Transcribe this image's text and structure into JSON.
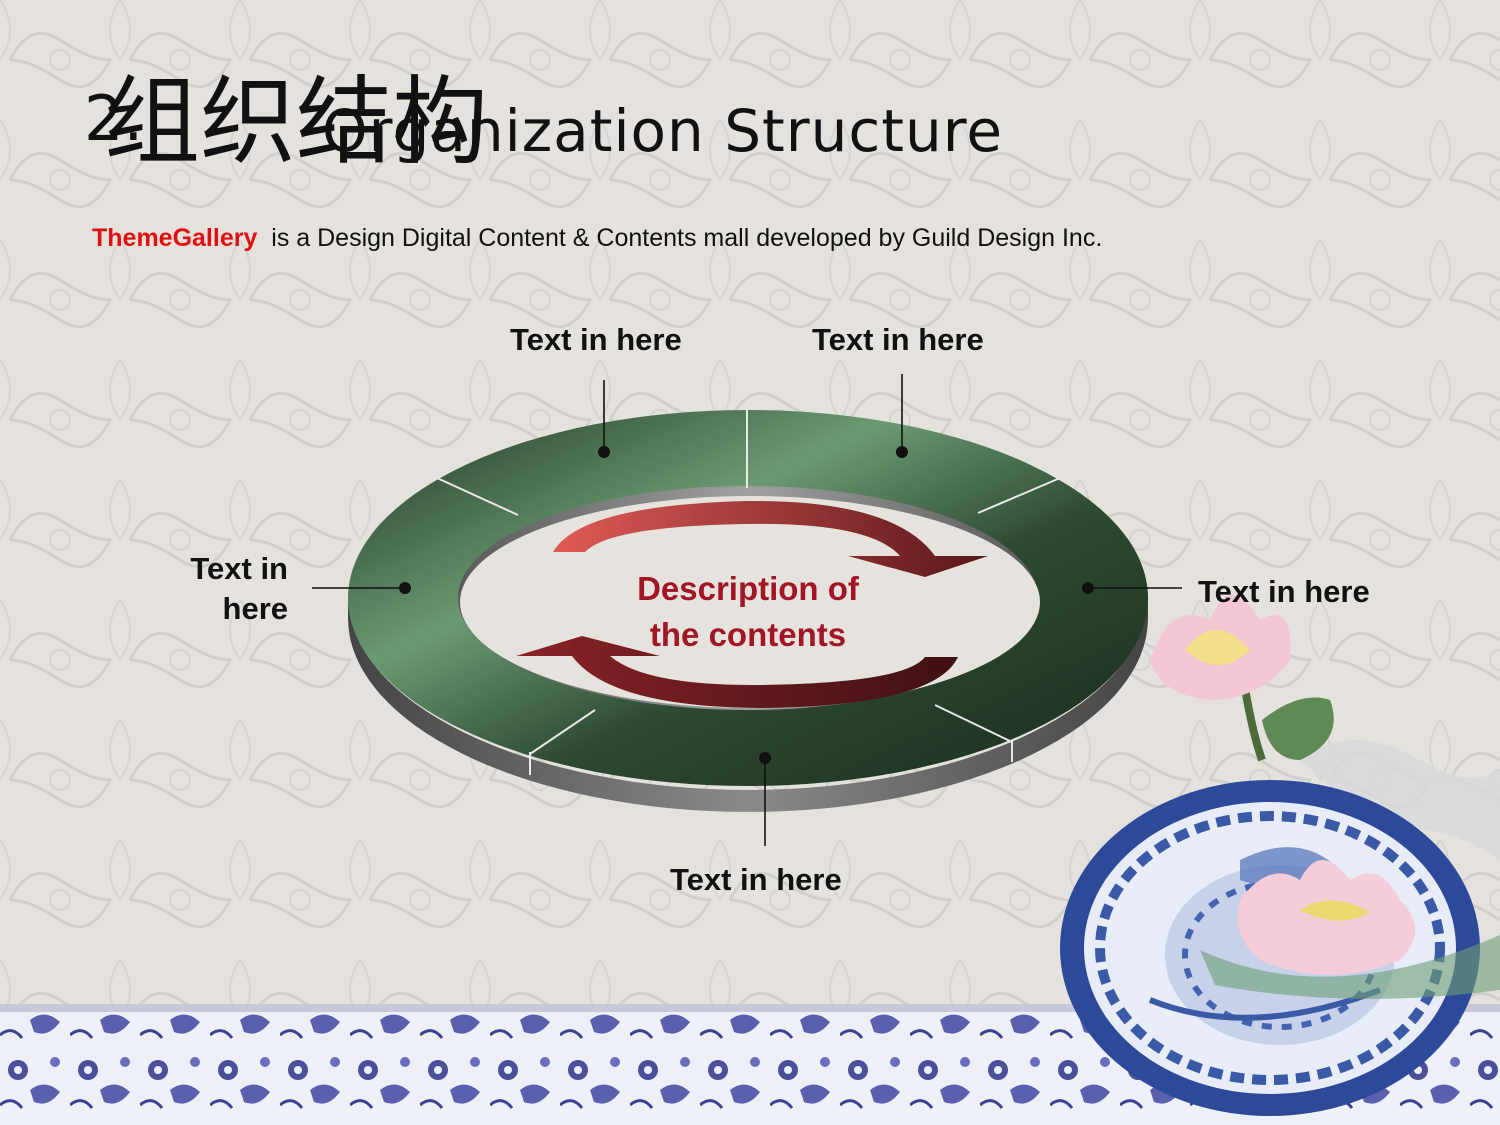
{
  "title": {
    "number": "2.",
    "english": "Organization Structure",
    "chinese": "组织结构"
  },
  "subtitle": {
    "brand": "ThemeGallery",
    "text": "is a Design Digital Content & Contents mall developed by Guild Design Inc."
  },
  "diagram": {
    "labels": {
      "top_left": "Text in here",
      "top_right": "Text in here",
      "left_line1": "Text in",
      "left_line2": "here",
      "right": "Text in here",
      "bottom": "Text in here"
    },
    "center_line1": "Description of",
    "center_line2": "the contents"
  },
  "colors": {
    "ring_dark": "#1f3322",
    "ring_light": "#6a9a72",
    "arrow_light": "#d9524e",
    "arrow_dark": "#4a1418",
    "brand": "#e01010",
    "description": "#a11525"
  }
}
